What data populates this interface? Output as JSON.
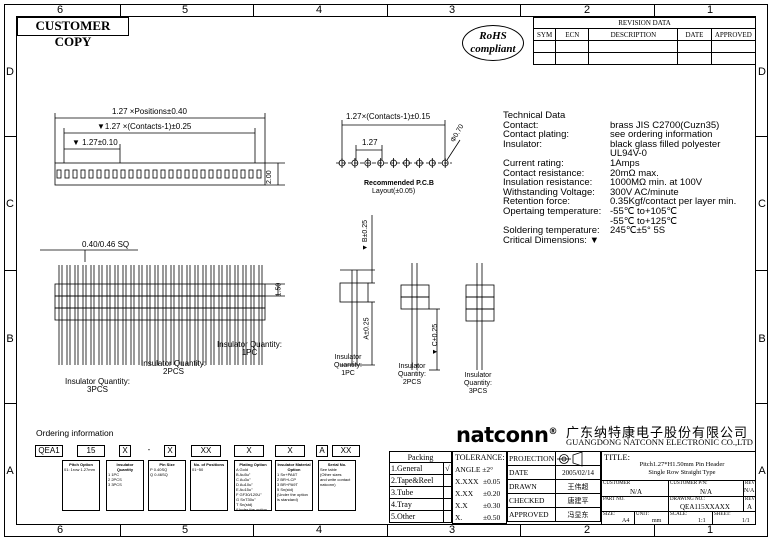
{
  "zones": {
    "columns": [
      "6",
      "5",
      "4",
      "3",
      "2",
      "1"
    ],
    "rows": [
      "D",
      "C",
      "B",
      "A"
    ]
  },
  "customer_copy": "CUSTOMER COPY",
  "rohs": {
    "line1": "RoHS",
    "line2": "compliant"
  },
  "revision": {
    "title": "REVISION DATA",
    "headers": [
      "SYM",
      "ECN",
      "DESCRIPTION",
      "DATE",
      "APPROVED"
    ]
  },
  "dims": {
    "top_total": "1.27 ×Positions±0.40",
    "top_contacts": "▼1.27 ×(Contacts-1)±0.25",
    "top_pitch": "▼ 1.27±0.10",
    "height_200": "2.00",
    "pcb_contacts": "1.27×(Contacts-1)±0.15",
    "pcb_pitch": "1.27",
    "pcb_hole": "Φ0.70",
    "pcb_title": "Recommended P.C.B",
    "pcb_layout": "Layout(±0.05)",
    "sq": "0.40/0.46 SQ",
    "h150": "1.50",
    "b_dim": "▼ B±0.25",
    "a_dim": "A±0.25",
    "c_dim": "▼ C±0.25"
  },
  "technical": [
    {
      "label": "Technical Data",
      "value": ""
    },
    {
      "label": "Contact:",
      "value": "brass JIS C2700(Cuzn35)"
    },
    {
      "label": "Contact plating:",
      "value": "see ordering information"
    },
    {
      "label": "Insulator:",
      "value": "black glass filled polyester"
    },
    {
      "label": "",
      "value": "UL94V-0"
    },
    {
      "label": "Current rating:",
      "value": "1Amps"
    },
    {
      "label": "Contact resistance:",
      "value": "20mΩ max."
    },
    {
      "label": "Insulation resistance:",
      "value": "1000MΩ min. at 100V"
    },
    {
      "label": "Withstanding Voltage:",
      "value": "300V AC/minute"
    },
    {
      "label": "Retention force:",
      "value": "0.35Kgf/contact per layer min."
    },
    {
      "label": "Opertaing temperature:",
      "value": "-55℃ to+105℃"
    },
    {
      "label": "",
      "value": "-55℃ to+125℃"
    },
    {
      "label": "Soldering temperature:",
      "value": "245℃±5° 5S"
    },
    {
      "label": "Critical Dimensions: ▼",
      "value": ""
    }
  ],
  "captions": {
    "q3_line1": "Insulator Quantity:",
    "q3_line2": "3PCS",
    "q2_line1": "Insulator Quantity:",
    "q2_line2": "2PCS",
    "q1_line1": "Insulator Quantity:",
    "q1_line2": "1PC",
    "s1_line1": "Insulator",
    "s1_line2": "Quantity:",
    "s1_line3": "1PC",
    "s2_line1": "Insulator",
    "s2_line2": "Quantity:",
    "s2_line3": "2PCS",
    "s3_line1": "Insulator",
    "s3_line2": "Quantity:",
    "s3_line3": "3PCS"
  },
  "ordering": {
    "title": "Ordering information",
    "codes": [
      "QEA1",
      "15",
      "X",
      "-",
      "X",
      "XX",
      "X",
      "X",
      "A",
      "XX"
    ],
    "options": [
      {
        "title": "Pitch Option",
        "lines": [
          "01: 1row 1.27mm"
        ]
      },
      {
        "title": "Insulator Quantity",
        "lines": [
          "1   1PC",
          "2   2PCS",
          "3   3PCS"
        ]
      },
      {
        "title": "Pin Size",
        "lines": [
          "P   0.40SQ",
          "Q   0.46SQ"
        ]
      },
      {
        "title": "No. of Positions",
        "lines": [
          "01~50"
        ]
      },
      {
        "title": "Plating Option",
        "lines": [
          "A   Gold",
          "B   Au5u\"",
          "C   Au3u\"",
          "D   Au10u\"",
          "E   Au15u\"",
          "F   GF30/120U\"",
          "G   SnT30u\"",
          "T   Sn(std)",
          "(Under the option",
          "is standard)"
        ]
      },
      {
        "title": "Insulator Material Option",
        "lines": [
          "1   Sn+PA6T",
          "2   BR+LCP",
          "3   BR+PA9T",
          "5   Sn(std)",
          "(Under the option",
          "is standard)"
        ]
      },
      {
        "title": "Serial No.",
        "lines": [
          "See table",
          "(Other sizes",
          "and write contact",
          "natconn)"
        ]
      }
    ]
  },
  "packing": {
    "title": "Packing",
    "items": [
      "1.General",
      "2.Tape&Reel",
      "3.Tube",
      "4.Tray",
      "5.Other"
    ],
    "checked_mark": "√"
  },
  "tolerance": {
    "title": "TOLERANCE:",
    "rows": [
      {
        "label": "ANGLE ±2°",
        "value": ""
      },
      {
        "label": "X.XXX",
        "value": "±0.05"
      },
      {
        "label": "X.XX",
        "value": "±0.20"
      },
      {
        "label": "X.X",
        "value": "±0.30"
      },
      {
        "label": "X.",
        "value": "±0.50"
      }
    ]
  },
  "approvals": {
    "projection": "PROJECTION",
    "date_label": "DATE",
    "date_value": "2005/02/14",
    "drawn_label": "DRAWN",
    "drawn_value": "王伟超",
    "checked_label": "CHECKED",
    "checked_value": "唐建平",
    "approved_label": "APPROVED",
    "approved_value": "冯显东"
  },
  "company": {
    "brand": "natconn",
    "registered": "®",
    "name_cn": "广东纳特康电子股份有限公司",
    "name_en": "GUANGDONG NATCONN ELECTRONIC CO.,LTD"
  },
  "title_block": {
    "title_label": "TITLE:",
    "title_line1": "Pitch1.27*H1.50mm Pin Header",
    "title_line2": "Single Row Straight Type",
    "customer_label": "CUSTOMER",
    "customer_value": "N/A",
    "customer_pn_label": "CUSTOMER P/N:",
    "customer_pn_value": "N/A",
    "rev_label": "REV",
    "rev_value": "N/A",
    "part_no_label": "PART NO.",
    "drawing_no_label": "DRAWING NO.:",
    "drawing_no_value": "QEA115XXAXX",
    "rev2_label": "REV",
    "rev2_value": "A",
    "size_label": "SIZE:",
    "size_value": "A4",
    "unit_label": "UNIT:",
    "unit_value": "mm",
    "scale_label": "SCALE:",
    "scale_value": "1:1",
    "sheet_label": "SHEET:",
    "sheet_value": "1/1"
  }
}
